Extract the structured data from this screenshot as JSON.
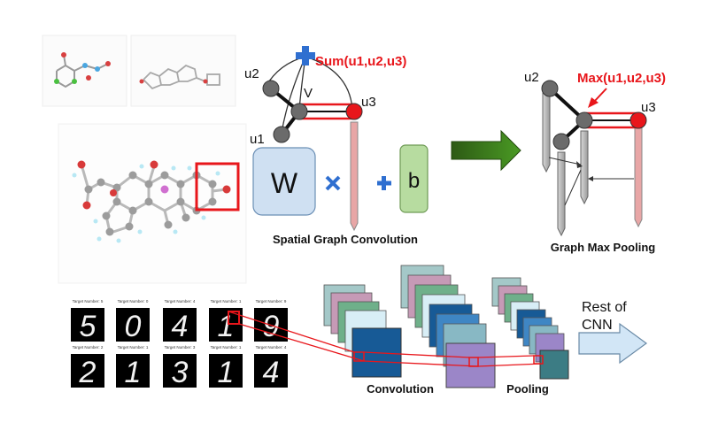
{
  "graph_conv": {
    "sum_label": "Sum(u1,u2,u3)",
    "u1": "u1",
    "u2": "u2",
    "u3": "u3",
    "v": "V",
    "w": "W",
    "b": "b",
    "title": "Spatial Graph Convolution"
  },
  "graph_pool": {
    "max_label": "Max(u1,u2,u3)",
    "u2": "u2",
    "u3": "u3",
    "title": "Graph Max Pooling"
  },
  "mnist": {
    "captions": [
      "Target Number: 5",
      "Target Number: 0",
      "Target Number: 4",
      "Target Number: 1",
      "Target Number: 9",
      "Target Number: 2",
      "Target Number: 1",
      "Target Number: 3",
      "Target Number: 1",
      "Target Number: 4"
    ],
    "digits": [
      "5",
      "0",
      "4",
      "1",
      "9",
      "2",
      "1",
      "3",
      "1",
      "4"
    ]
  },
  "cnn": {
    "convolution": "Convolution",
    "pooling": "Pooling",
    "rest_line1": "Rest of",
    "rest_line2": "CNN"
  },
  "colors": {
    "red": "#e8161b",
    "node_gray": "#6b6b6b",
    "bar_pink": "#e8a6a6",
    "w_box": "#cfe0f2",
    "b_box": "#b7dca0",
    "plus_blue": "#2f6fd0",
    "arrow_green": "#3a7a1c",
    "arrow_light_blue": "#d2e6f6"
  }
}
